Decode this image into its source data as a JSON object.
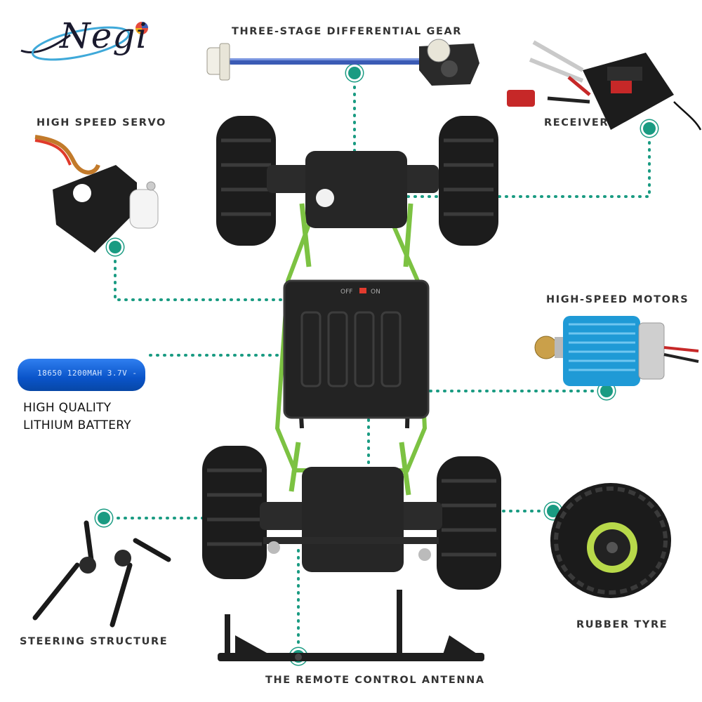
{
  "brand": {
    "name": "Negi"
  },
  "labels": {
    "differential": "THREE-STAGE DIFFERENTIAL GEAR",
    "servo": "HIGH SPEED SERVO",
    "receiver": "RECEIVER",
    "motors": "HIGH-SPEED MOTORS",
    "battery_line1": "HIGH QUALITY",
    "battery_line2": "LITHIUM BATTERY",
    "steering": "STEERING STRUCTURE",
    "tyre": "RUBBER TYRE",
    "antenna": "THE REMOTE CONTROL ANTENNA"
  },
  "battery_print": "18650 1200MAH 3.7V -",
  "switch_text": {
    "off": "OFF",
    "on": "ON"
  },
  "colors": {
    "connector": "#1a9b82",
    "chassis_accent": "#7cc242",
    "axle_blue": "#3b5bb5",
    "motor_blue": "#1f9ad6"
  }
}
